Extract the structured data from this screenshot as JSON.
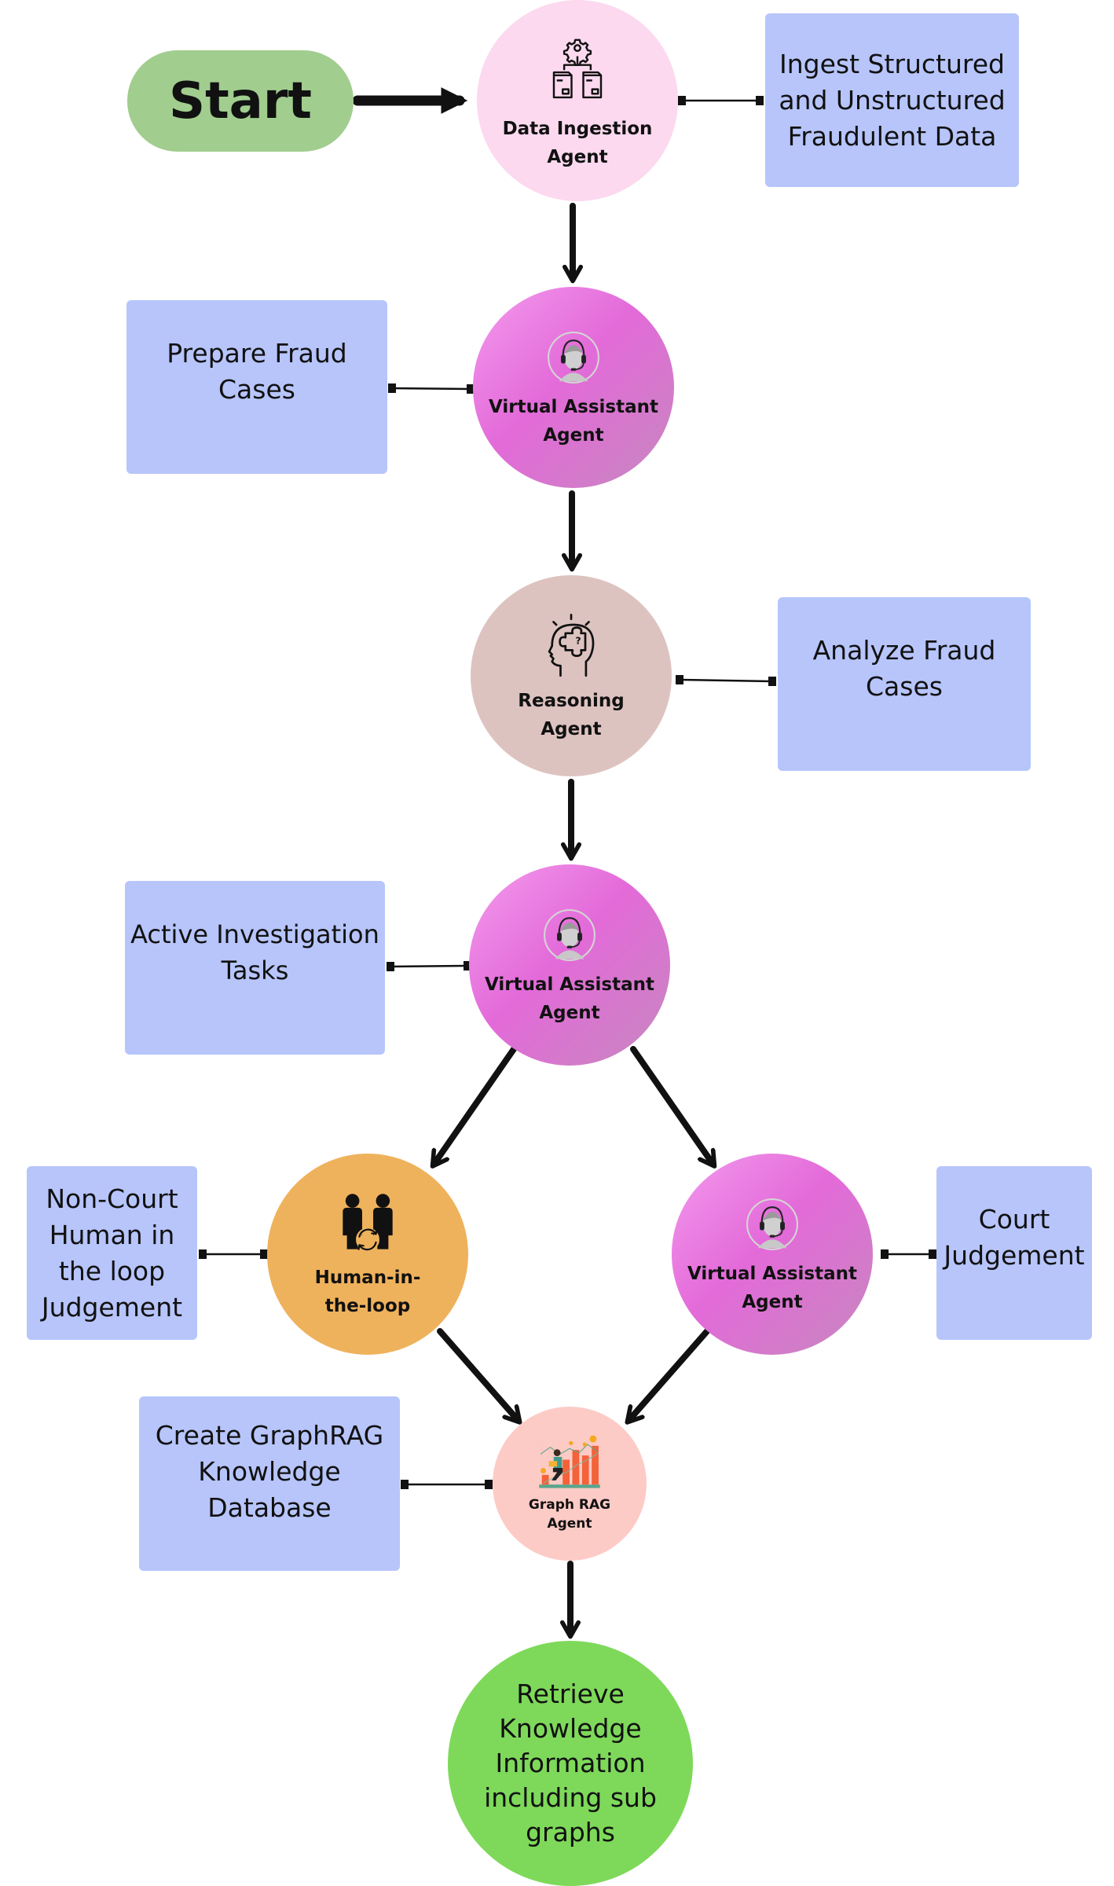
{
  "title": "Fraud Investigation Agent Workflow",
  "start": {
    "label": "Start",
    "color": "#a1cd8e"
  },
  "agents": {
    "data_ingestion": {
      "label": "Data Ingestion Agent",
      "icon": "gear-folders-icon",
      "color": "#fcd9ef"
    },
    "virtual_assistant_1": {
      "label": "Virtual Assistant Agent",
      "icon": "headset-agent-icon"
    },
    "reasoning": {
      "label": "Reasoning Agent",
      "icon": "head-puzzle-icon",
      "color": "#ddc3c0"
    },
    "virtual_assistant_2": {
      "label": "Virtual Assistant Agent",
      "icon": "headset-agent-icon"
    },
    "human_in_loop": {
      "label": "Human-in-the-loop",
      "icon": "people-sync-icon",
      "color": "#efb25c"
    },
    "virtual_assistant_3": {
      "label": "Virtual Assistant Agent",
      "icon": "headset-agent-icon"
    },
    "graph_rag": {
      "label": "Graph RAG Agent",
      "icon": "growth-chart-icon",
      "color": "#fdcbc6"
    },
    "retrieve": {
      "label": "Retrieve Knowledge Information including sub graphs",
      "color": "#7ed95a"
    }
  },
  "tasks": {
    "ingest": {
      "lines": [
        "Ingest Structured",
        "and Unstructured",
        "Fraudulent Data"
      ]
    },
    "prepare": {
      "lines": [
        "Prepare Fraud",
        "Cases"
      ]
    },
    "analyze": {
      "lines": [
        "Analyze Fraud",
        "Cases"
      ]
    },
    "active": {
      "lines": [
        "Active Investigation",
        "Tasks"
      ]
    },
    "non_court": {
      "lines": [
        "Non-Court",
        "Human in",
        "the loop",
        "Judgement"
      ]
    },
    "court": {
      "lines": [
        "Court",
        "Judgement"
      ]
    },
    "create_graphrag": {
      "lines": [
        "Create GraphRAG",
        "Knowledge",
        "Database"
      ]
    }
  },
  "colors": {
    "task_box": "#b7c5fb",
    "arrow": "#111111",
    "va_gradient": [
      "#f49bee",
      "#e36ad9",
      "#c688be"
    ]
  }
}
